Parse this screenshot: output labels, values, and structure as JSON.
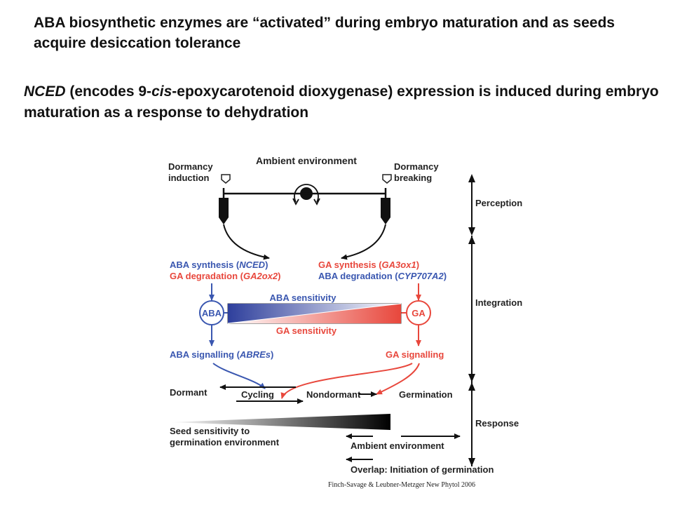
{
  "slide": {
    "heading": "ABA biosynthetic enzymes are “activated” during embryo maturation and as seeds acquire desiccation tolerance",
    "subheading": {
      "gene": "NCED",
      "p1": " (encodes 9-",
      "cis": "cis",
      "p2": "-epoxycarotenoid dioxygenase) expression is induced during embryo maturation as a response to dehydration"
    },
    "caption": "Finch-Savage & Leubner-Metzger New Phytol 2006"
  },
  "diagram": {
    "ambient_environment": "Ambient environment",
    "dormancy_induction": [
      "Dormancy",
      "induction"
    ],
    "dormancy_breaking": [
      "Dormancy",
      "breaking"
    ],
    "aba_synthesis": {
      "text": "ABA synthesis (",
      "gene": "NCED",
      "close": ")"
    },
    "ga_degradation": {
      "text": "GA degradation (",
      "gene": "GA2ox2",
      "close": ")"
    },
    "ga_synthesis": {
      "text": "GA synthesis (",
      "gene": "GA3ox1",
      "close": ")"
    },
    "aba_degradation": {
      "text": "ABA degradation (",
      "gene": "CYP707A2",
      "close": ")"
    },
    "aba_node": "ABA",
    "ga_node": "GA",
    "aba_sensitivity": "ABA sensitivity",
    "ga_sensitivity": "GA sensitivity",
    "aba_signalling": {
      "text": "ABA signalling (",
      "gene": "ABREs",
      "close": ")"
    },
    "ga_signalling": "GA signalling",
    "dormant": "Dormant",
    "cycling": "Cycling",
    "nondormant": "Nondormant",
    "germination": "Germination",
    "seed_sensitivity": [
      "Seed sensitivity to",
      "germination environment"
    ],
    "ambient_environment_bottom": "Ambient environment",
    "overlap": "Overlap: Initiation of germination",
    "phase_perception": "Perception",
    "phase_integration": "Integration",
    "phase_response": "Response",
    "colors": {
      "aba": "#3a57b0",
      "ga": "#e8473c",
      "text": "#222222"
    }
  }
}
